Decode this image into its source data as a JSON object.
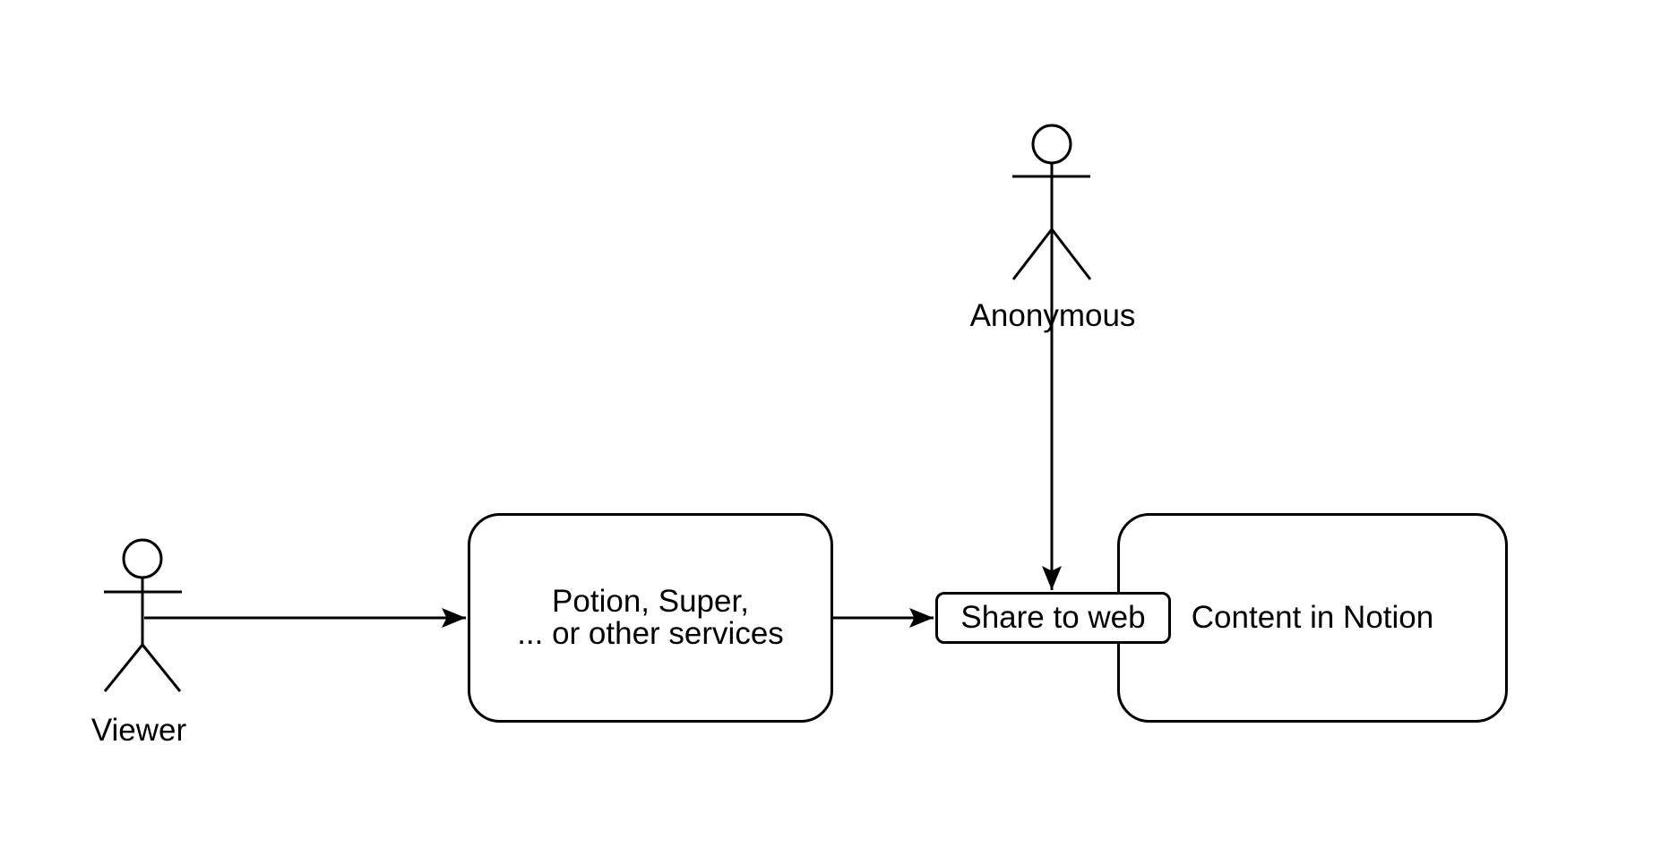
{
  "theme": {
    "background_color": "#ffffff",
    "stroke_color": "#000000",
    "text_color": "#000000"
  },
  "diagram": {
    "actors": [
      {
        "id": "viewer",
        "label": "Viewer"
      },
      {
        "id": "anonymous",
        "label": "Anonymous"
      }
    ],
    "nodes": [
      {
        "id": "services",
        "label_lines": [
          "Potion, Super,",
          "... or other services"
        ]
      },
      {
        "id": "share",
        "label": "Share to web"
      },
      {
        "id": "notion",
        "label": "Content in Notion"
      }
    ],
    "edges": [
      {
        "from": "viewer",
        "to": "services"
      },
      {
        "from": "services",
        "to": "share"
      },
      {
        "from": "anonymous",
        "to": "share"
      }
    ]
  }
}
